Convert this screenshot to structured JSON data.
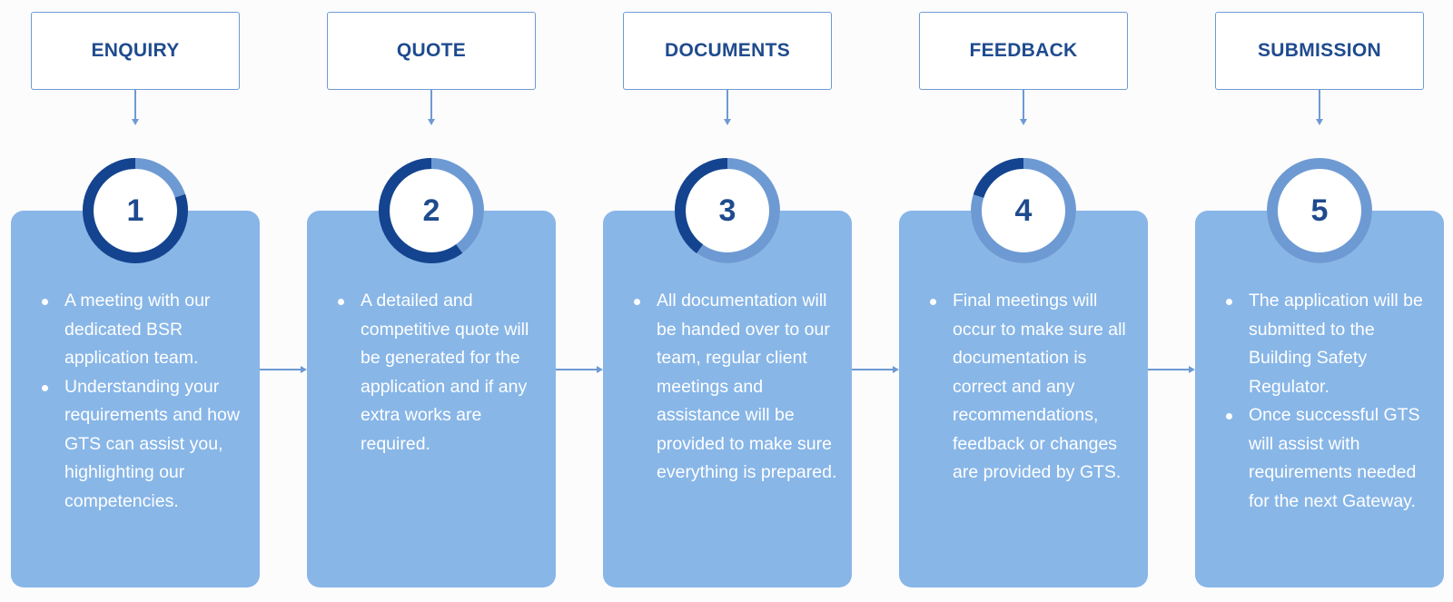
{
  "colors": {
    "title_text": "#1f4b8e",
    "title_border": "#6e9ad3",
    "card_fill": "#88b6e7",
    "ring_track": "#6e9ad3",
    "ring_progress": "#14448f",
    "connector": "#6e9ad3",
    "bullet_text": "#ffffff"
  },
  "steps": [
    {
      "title": "ENQUIRY",
      "number": "1",
      "progress": 0.8,
      "bullets": [
        "A meeting with our dedicated BSR application team.",
        "Understanding your requirements and how GTS can assist you, highlighting our competencies."
      ]
    },
    {
      "title": "QUOTE",
      "number": "2",
      "progress": 0.6,
      "bullets": [
        "A detailed and competitive quote will be generated for the application and if any extra works are required."
      ]
    },
    {
      "title": "DOCUMENTS",
      "number": "3",
      "progress": 0.4,
      "bullets": [
        "All documentation will  be handed over to our team, regular client meetings and assistance will be provided to make sure everything is prepared."
      ]
    },
    {
      "title": "FEEDBACK",
      "number": "4",
      "progress": 0.2,
      "bullets": [
        "Final meetings will occur to make sure all documentation is correct and any recommendations, feedback or changes are provided by GTS."
      ]
    },
    {
      "title": "SUBMISSION",
      "number": "5",
      "progress": 0,
      "bullets": [
        "The application will be submitted to the Building Safety Regulator.",
        "Once successful GTS will assist with requirements needed for the next Gateway."
      ]
    }
  ]
}
